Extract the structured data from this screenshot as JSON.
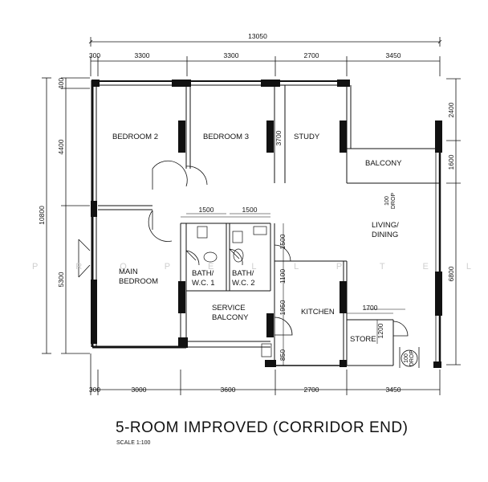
{
  "title": "5-ROOM IMPROVED (CORRIDOR END)",
  "scale": "SCALE  1:100",
  "watermark": "P R O P E L L  P T E  L T D",
  "rooms": {
    "bedroom2": "BEDROOM 2",
    "bedroom3": "BEDROOM 3",
    "study": "STUDY",
    "balcony": "BALCONY",
    "living_line1": "LIVING/",
    "living_line2": "DINING",
    "main_line1": "MAIN",
    "main_line2": "BEDROOM",
    "bath1_line1": "BATH/",
    "bath1_line2": "W.C. 1",
    "bath2_line1": "BATH/",
    "bath2_line2": "W.C. 2",
    "service_line1": "SERVICE",
    "service_line2": "BALCONY",
    "kitchen": "KITCHEN",
    "store": "STORE"
  },
  "dims": {
    "overall_width": "13050",
    "top": [
      "300",
      "3300",
      "3300",
      "2700",
      "3450"
    ],
    "bottom": [
      "300",
      "3000",
      "3600",
      "2700",
      "3450"
    ],
    "left_overall": "10800",
    "left": [
      "400",
      "4400",
      "5300"
    ],
    "right": [
      "2400",
      "1600",
      "6800"
    ],
    "bath_w1": "1500",
    "bath_w2": "1500",
    "study_h": "3700",
    "v1500": "1500",
    "v1100": "1100",
    "v1950": "1950",
    "v850": "850",
    "store_w": "1700",
    "store_h": "1200",
    "drop_num": "100",
    "drop_label": "DROP",
    "bottom_drop_num": "100",
    "bottom_drop_label": "DROP"
  }
}
